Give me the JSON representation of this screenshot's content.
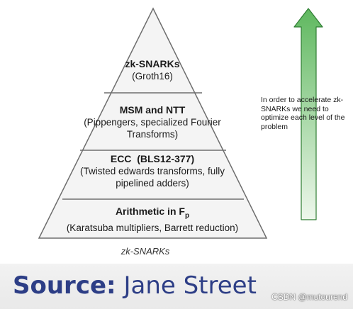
{
  "pyramid": {
    "layers": [
      {
        "title": "zk-SNARKs",
        "subtitle": "(Groth16)"
      },
      {
        "title": "MSM and NTT",
        "subtitle": "(Pippengers, specialized Fourier Transforms)"
      },
      {
        "title": "ECC  (BLS12-377)",
        "subtitle": "(Twisted edwards transforms, fully pipelined adders)"
      },
      {
        "title_main": "Arithmetic in F",
        "title_subscript": "p",
        "subtitle": "(Karatsuba multipliers, Barrett reduction)"
      }
    ],
    "colors": {
      "fill": "#f4f4f4",
      "stroke": "#6e6e6e"
    }
  },
  "arrow": {
    "note": "In order to accelerate zk-SNARKs we need to optimize each level of the problem",
    "colors": {
      "top": "#5fb85f",
      "bottom": "#eef7ec",
      "stroke": "#2e7d32"
    }
  },
  "caption": "zk-SNARKs",
  "source": {
    "label": "Source:",
    "name": "Jane Street"
  },
  "watermark": "CSDN @mutourend"
}
